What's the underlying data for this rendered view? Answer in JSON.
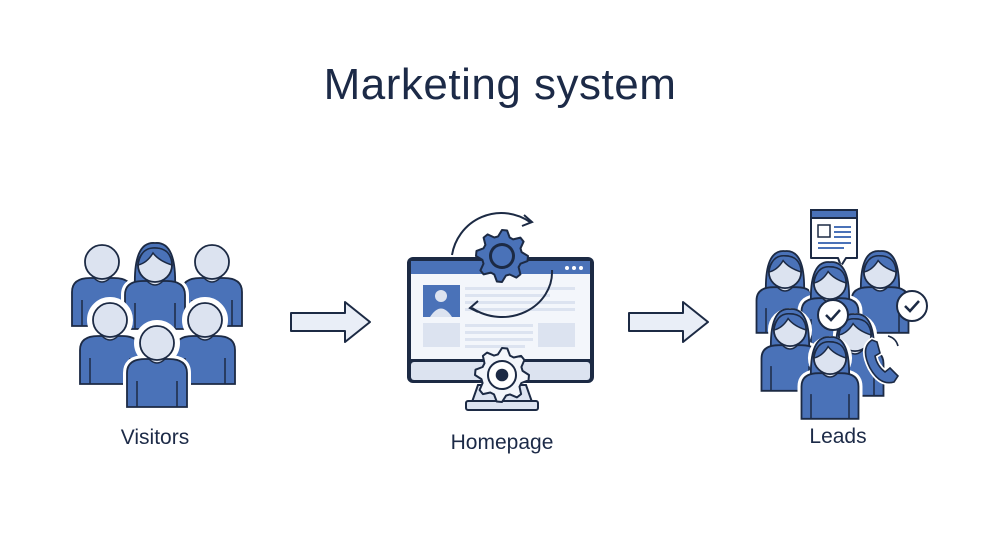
{
  "title": "Marketing system",
  "stages": [
    {
      "label": "Visitors",
      "icon": "people-group-icon"
    },
    {
      "label": "Homepage",
      "icon": "website-monitor-gear-icon"
    },
    {
      "label": "Leads",
      "icon": "leads-group-icon"
    }
  ],
  "colors": {
    "primary": "#4a72b8",
    "navy": "#1c2a44",
    "light": "#dce3f0",
    "arrow_fill": "#e9eef7"
  }
}
